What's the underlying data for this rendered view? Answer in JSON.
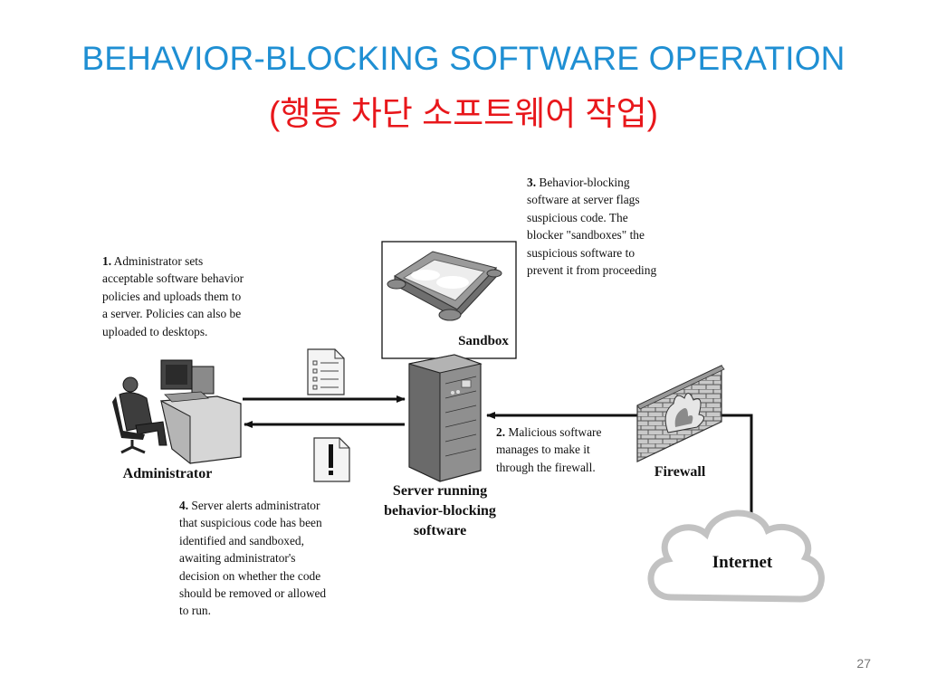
{
  "slide": {
    "title": "BEHAVIOR-BLOCKING SOFTWARE OPERATION",
    "subtitle": "(행동 차단 소프트웨어 작업)",
    "page_number": "27"
  },
  "colors": {
    "title": "#1f8fd3",
    "subtitle": "#e8171b",
    "arrows": "#111111",
    "server": "#6e6e6e",
    "firewall": "#8a8a8a"
  },
  "notes": {
    "step1": {
      "num": "1.",
      "lines": [
        "Administrator sets",
        "acceptable software behavior",
        "policies and uploads them to",
        "a server. Policies can also be",
        "uploaded to desktops."
      ]
    },
    "step2": {
      "num": "2.",
      "lines": [
        "Malicious software",
        "manages to make it",
        "through the firewall."
      ]
    },
    "step3": {
      "num": "3.",
      "lines": [
        "Behavior-blocking",
        "software at server flags",
        "suspicious code. The",
        "blocker \"sandboxes\" the",
        "suspicious software to",
        "prevent it from proceeding"
      ]
    },
    "step4": {
      "num": "4.",
      "lines": [
        "Server alerts administrator",
        "that suspicious code has been",
        "identified and sandboxed,",
        "awaiting administrator's",
        "decision on whether the code",
        "should be removed or allowed",
        "to run."
      ]
    }
  },
  "labels": {
    "administrator": "Administrator",
    "sandbox": "Sandbox",
    "server": [
      "Server running",
      "behavior-blocking",
      "software"
    ],
    "firewall": "Firewall",
    "internet": "Internet"
  },
  "icons": [
    "policy-document-icon",
    "alert-document-icon",
    "administrator-workstation-icon",
    "sandbox-icon",
    "server-rack-icon",
    "firewall-icon",
    "internet-cloud-icon"
  ]
}
